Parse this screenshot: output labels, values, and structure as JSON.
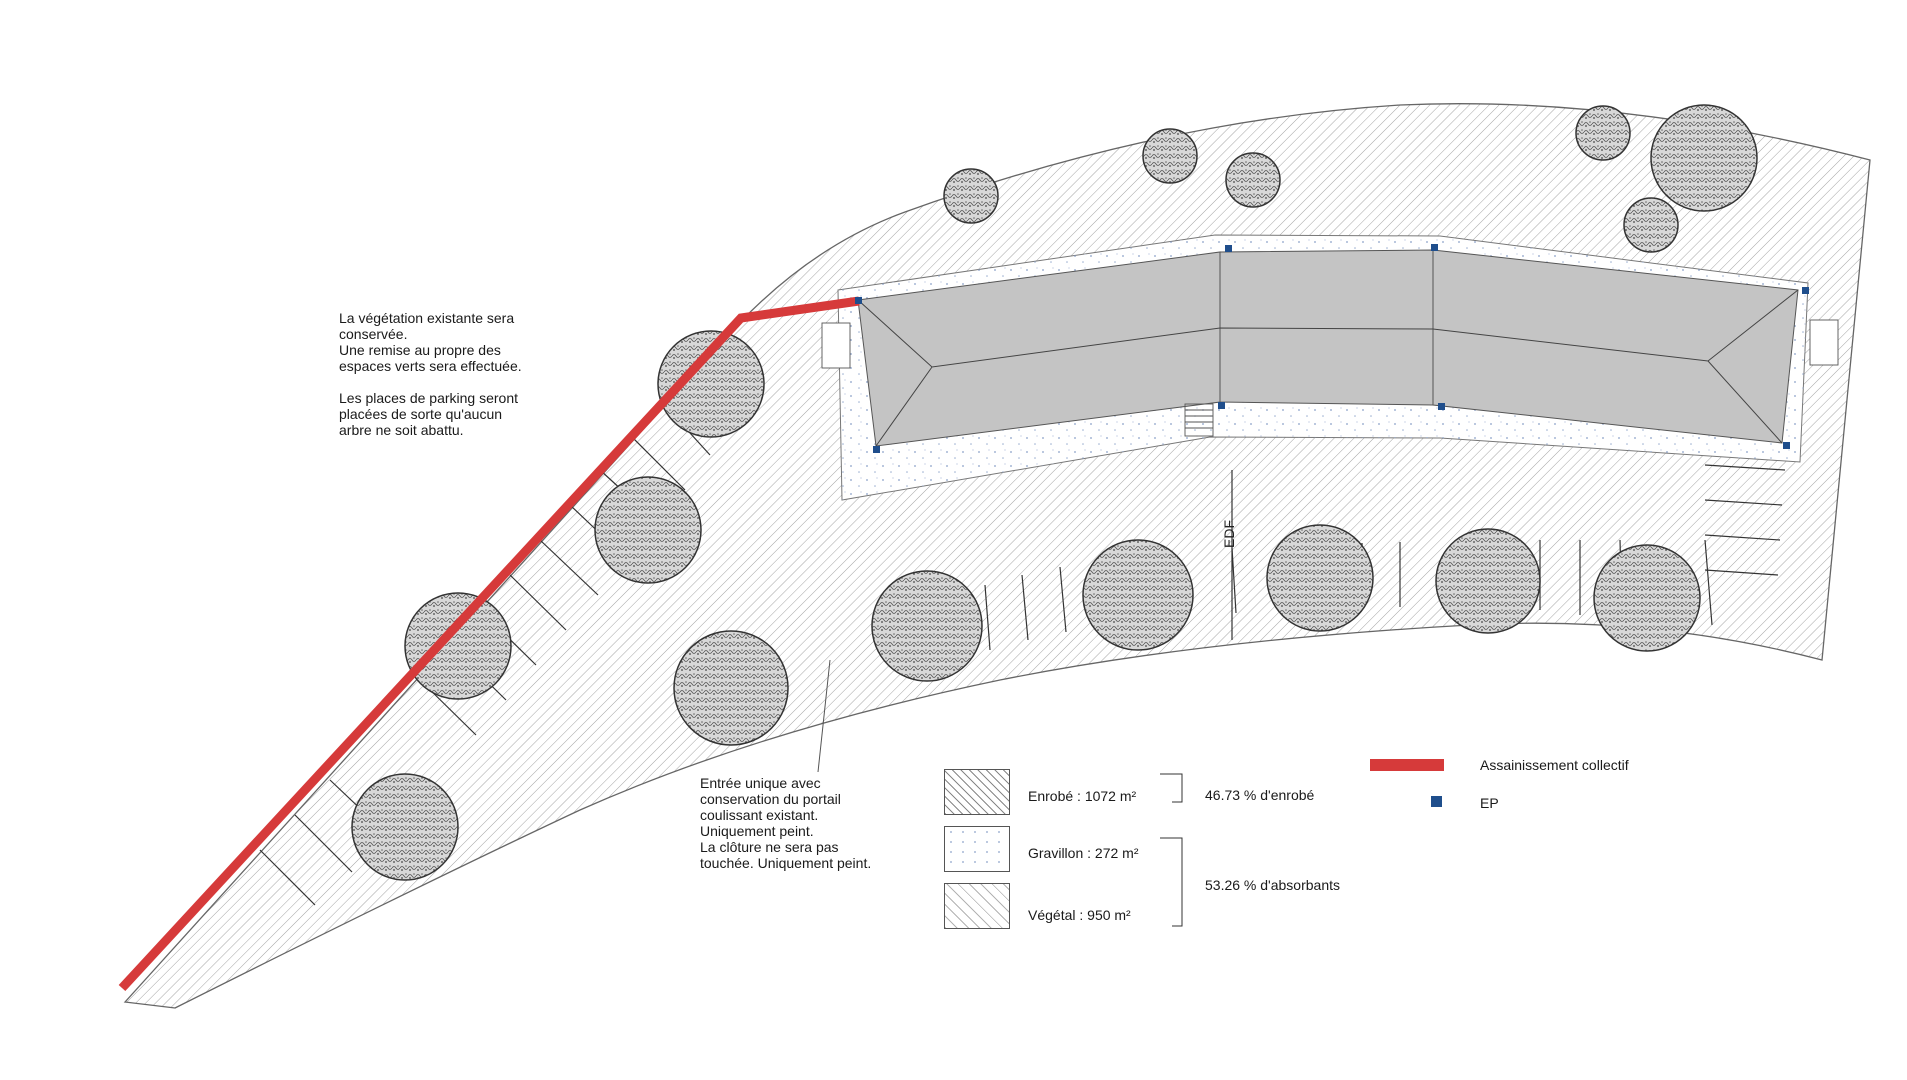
{
  "notes": {
    "vegetation": [
      "La végétation existante sera",
      "conservée.",
      "Une remise au propre des",
      "espaces verts sera effectuée.",
      "",
      "Les places de parking seront",
      "placées de sorte qu'aucun",
      "arbre ne soit abattu."
    ],
    "entry": [
      "Entrée unique avec",
      "conservation du portail",
      "coulissant existant.",
      "Uniquement peint.",
      "La clôture ne sera pas",
      "touchée. Uniquement peint."
    ]
  },
  "map_labels": {
    "edf": "EDF"
  },
  "legend": {
    "surfaces": [
      {
        "label": "Enrobé : 1072 m²",
        "pattern": "hatch-dense"
      },
      {
        "label": "Gravillon : 272 m²",
        "pattern": "dots"
      },
      {
        "label": "Végétal : 950 m²",
        "pattern": "hatch-light"
      }
    ],
    "ratios": {
      "paved": "46.73 % d'enrobé",
      "absorbent": "53.26 % d'absorbants"
    },
    "networks": [
      {
        "label": "Assainissement collectif",
        "symbol": "line",
        "color": "#d63a3a"
      },
      {
        "label": "EP",
        "symbol": "square",
        "color": "#1f4e8c"
      }
    ]
  },
  "colors": {
    "sewer": "#d63a3a",
    "rainwater": "#1f4e8c",
    "roof": "#c4c4c4",
    "hatch": "#8a8a8a"
  }
}
